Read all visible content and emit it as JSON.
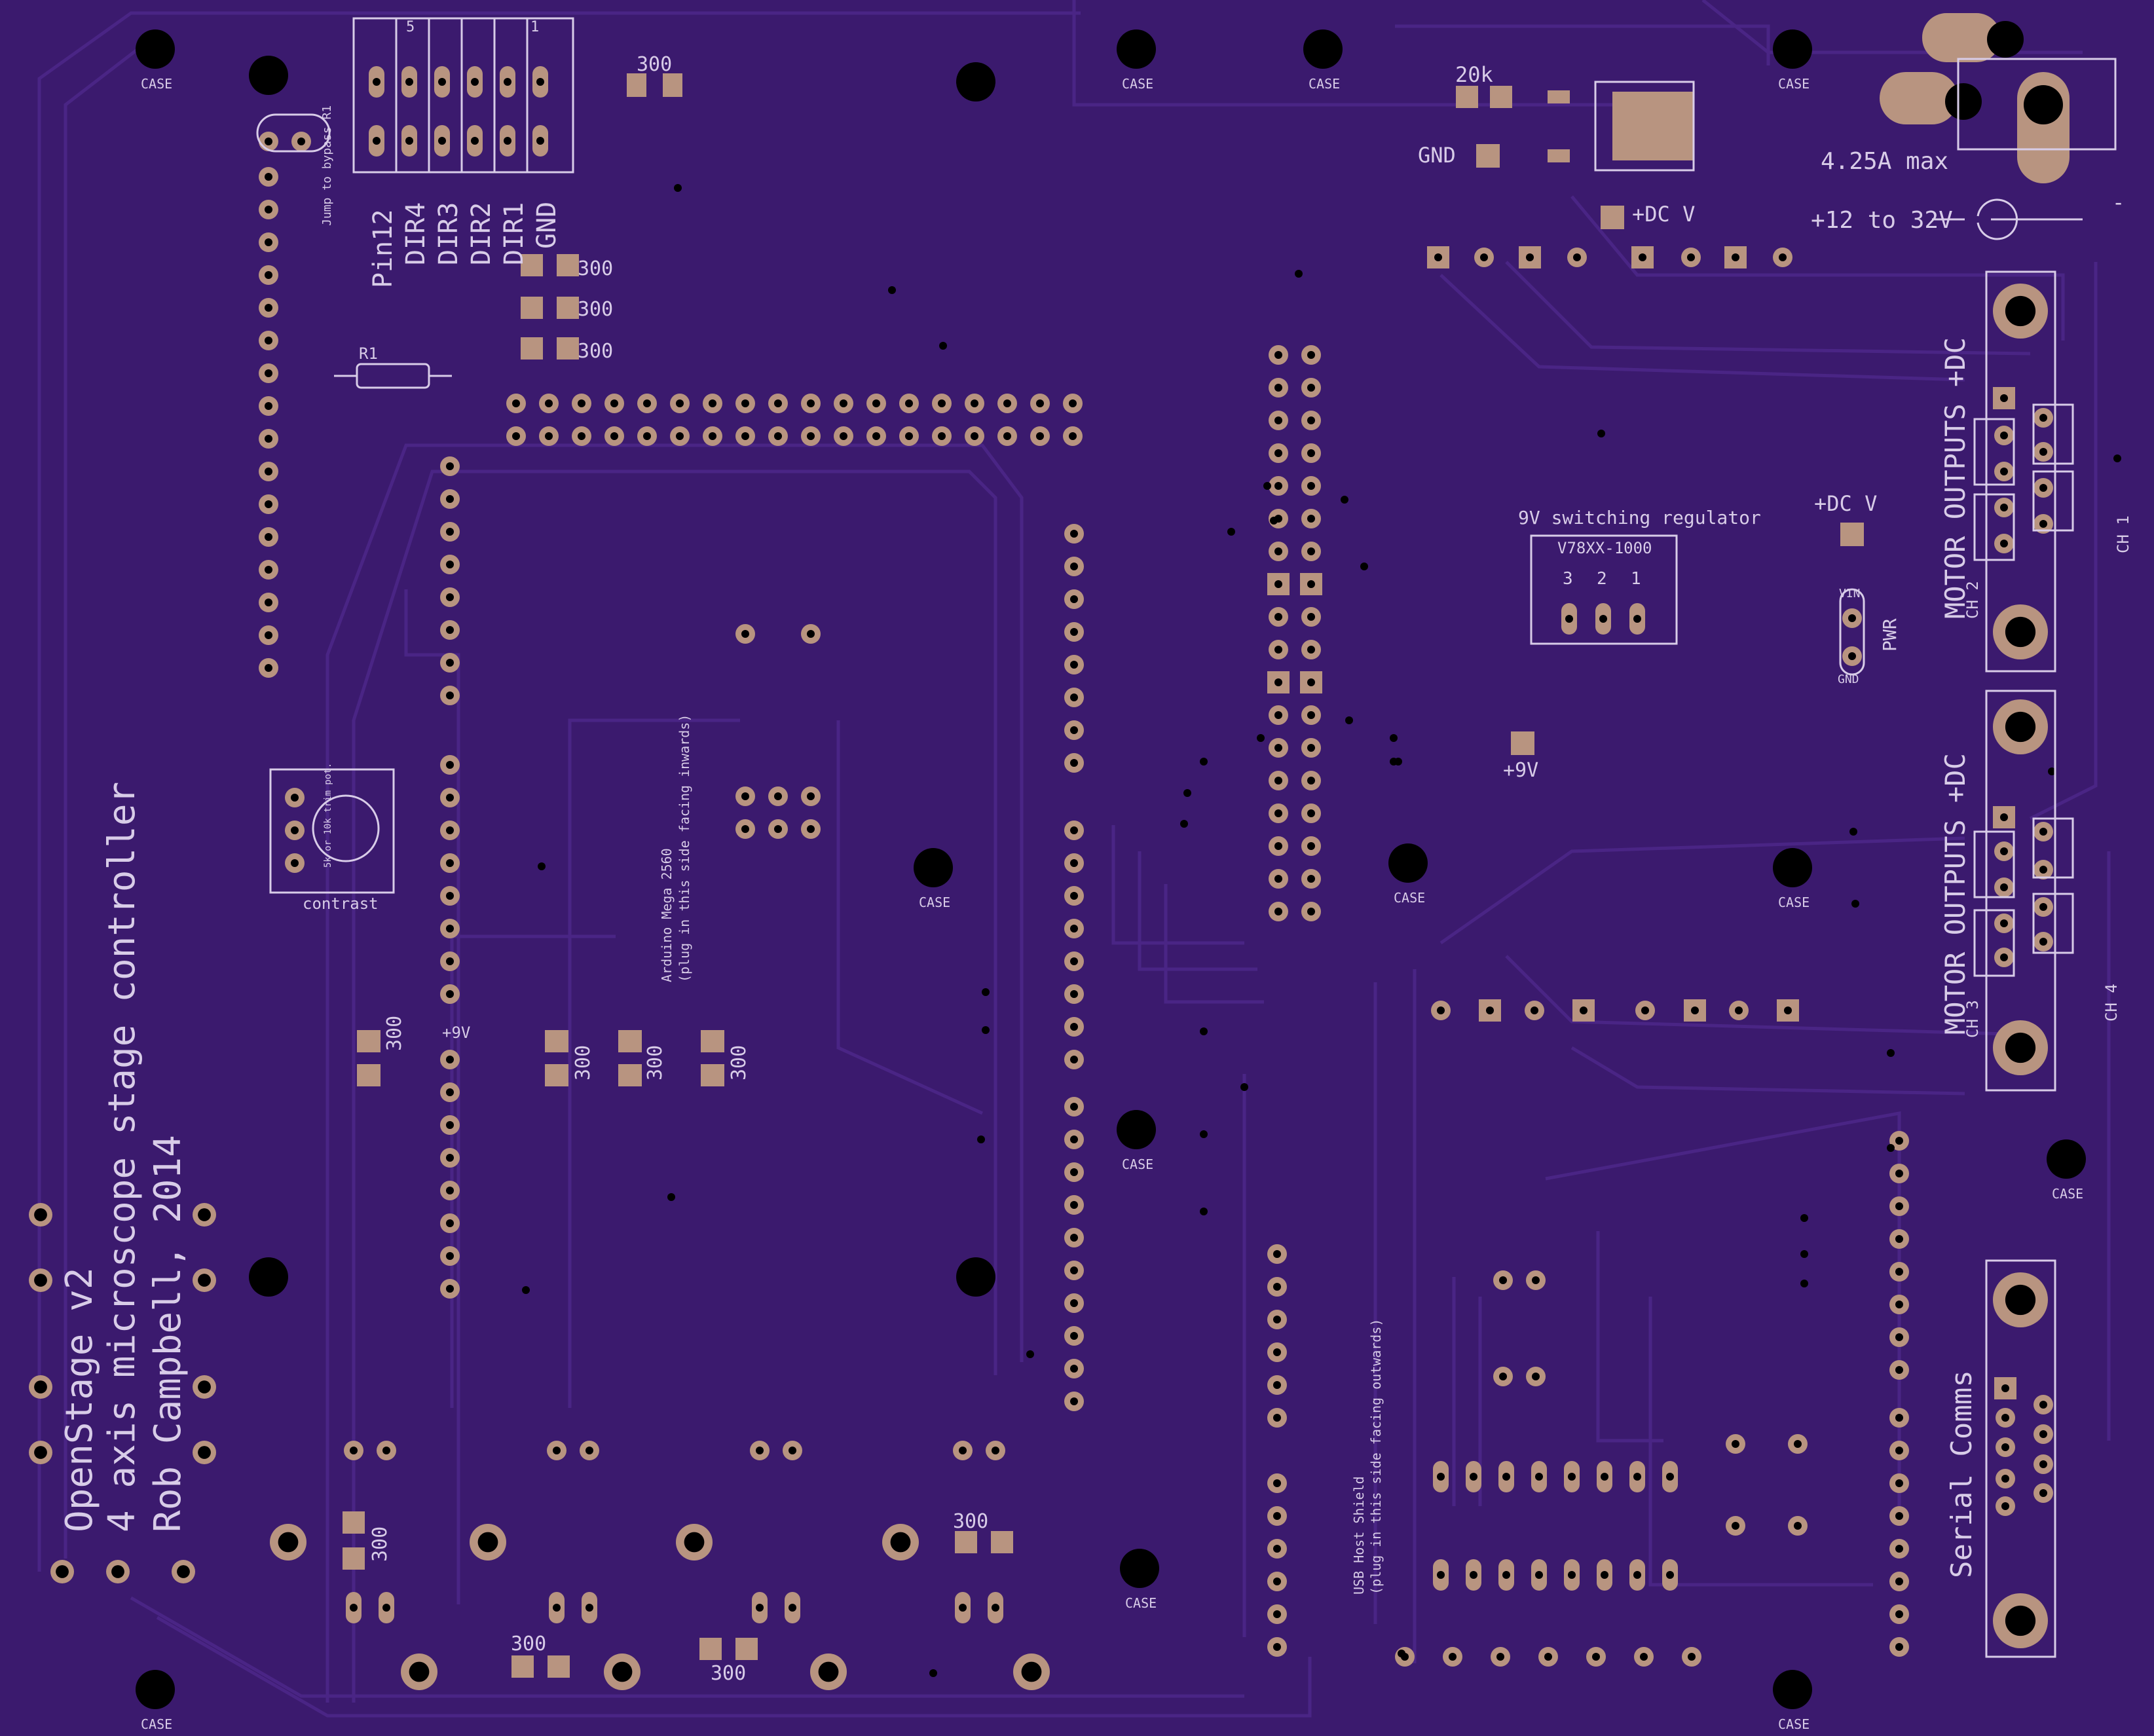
{
  "board": {
    "bg_color": "#3b1a6e",
    "trace_color": "#4a2585",
    "pad_color": "#b89480",
    "silk_color": "#d8cce8",
    "hole_color": "#000000"
  },
  "title": {
    "line1": "OpenStage v2",
    "line2": "4 axis microscope stage controller",
    "line3": "Rob Campbell, 2014"
  },
  "case_label": "CASE",
  "labels": {
    "pin12": "Pin12",
    "dir4": "DIR4",
    "dir3": "DIR3",
    "dir2": "DIR2",
    "dir1": "DIR1",
    "gnd_col": "GND",
    "num5": "5",
    "num1": "1",
    "jumper": "Jump to bypass R1",
    "r1": "R1",
    "contrast": "contrast",
    "pot": "5k or 10k trim pot.",
    "arduino_line1": "Arduino Mega 2560",
    "arduino_line2": "(plug in this side facing inwards)",
    "usb_line1": "USB Host Shield",
    "usb_line2": "(plug in this side facing outwards)",
    "res_300": "300",
    "res_20k": "20k",
    "gnd": "GND",
    "dcv": "+DC V",
    "amps": "4.25A max",
    "volt_range": "+12 to 32V",
    "minus": "-",
    "reg_title": "9V switching regulator",
    "reg_part": "V78XX-1000",
    "reg_p3": "3",
    "reg_p2": "2",
    "reg_p1": "1",
    "dcv2": "+DC V",
    "vin": "VIN",
    "pwr": "PWR",
    "gnd_small": "GND",
    "plus9v": "+9V",
    "plus9v_left": "+9V",
    "motor_out": "MOTOR OUTPUTS +DC",
    "ch1": "CH 1",
    "ch2": "CH 2",
    "ch3": "CH 3",
    "ch4": "CH 4",
    "serial": "Serial Comms"
  }
}
